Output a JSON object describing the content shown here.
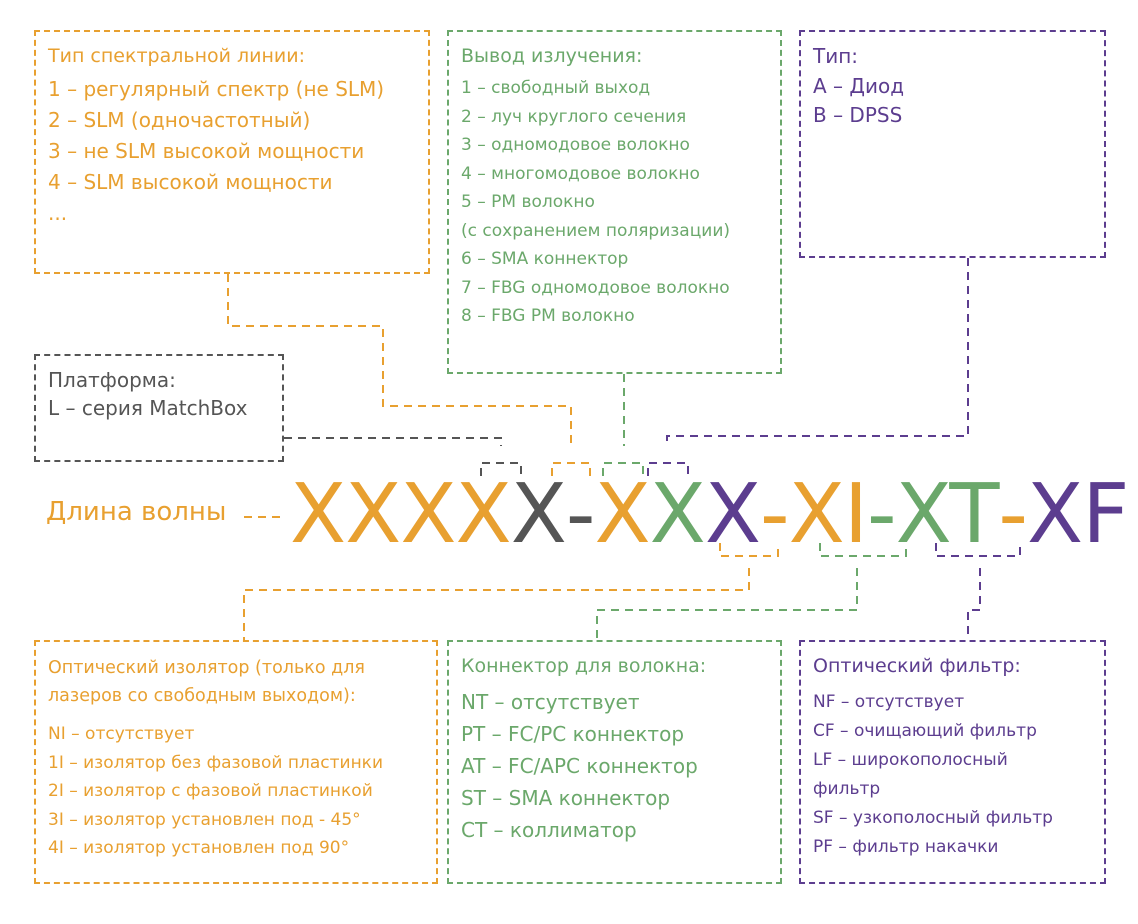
{
  "spectral_line": {
    "title": "Тип спектральной линии:",
    "items": [
      "1 – регулярный спектр (не SLM)",
      "2 – SLM (одночастотный)",
      "3 – не SLM высокой мощности",
      "4 – SLM высокой мощности",
      "..."
    ]
  },
  "output": {
    "title": "Вывод излучения:",
    "items": [
      "1 – свободный выход",
      "2 – луч круглого сечения",
      "3 – одномодовое волокно",
      "4 – многомодовое волокно",
      "5 – PM волокно",
      "(с сохранением поляризации)",
      "6 – SMA коннектор",
      "7 – FBG одномодовое волокно",
      "8 – FBG PM волокно"
    ]
  },
  "type": {
    "title": "Тип:",
    "items": [
      "A – Диод",
      "B – DPSS"
    ]
  },
  "platform": {
    "title": "Платформа:",
    "items": [
      "L – серия MatchBox"
    ]
  },
  "isolator": {
    "title_lines": [
      "Оптический изолятор (только для",
      "лазеров со свободным выходом):"
    ],
    "items": [
      "NI – отсутствует",
      "1I – изолятор без фазовой пластинки",
      "2I – изолятор с фазовой пластинкой",
      "3I – изолятор установлен под - 45°",
      "4I – изолятор установлен под 90°"
    ]
  },
  "connector": {
    "title": "Коннектор для волокна:",
    "items": [
      "NT – отсутствует",
      "PT – FC/PC коннектор",
      "AT – FC/APC коннектор",
      "ST – SMA коннектор",
      "CT – коллиматор"
    ]
  },
  "filter": {
    "title": "Оптический фильтр:",
    "items": [
      "NF – отсутствует",
      "CF – очищающий фильтр",
      "LF – широкополосный",
      "фильтр",
      "SF – узкополосный фильтр",
      "PF – фильтр накачки"
    ]
  },
  "wavelength": {
    "label": "Длина волны",
    "dashes": "---"
  },
  "model_code": {
    "segments": [
      {
        "text": "XXXX",
        "color": "#E8A030"
      },
      {
        "text": "X",
        "color": "#555555"
      },
      {
        "text": "-",
        "color": "#555555"
      },
      {
        "text": "X",
        "color": "#E8A030"
      },
      {
        "text": "X",
        "color": "#6BA86B"
      },
      {
        "text": "X",
        "color": "#5C3D8F"
      },
      {
        "text": "-",
        "color": "#E8A030"
      },
      {
        "text": "XI",
        "color": "#E8A030"
      },
      {
        "text": "-",
        "color": "#6BA86B"
      },
      {
        "text": "XT",
        "color": "#6BA86B"
      },
      {
        "text": "-",
        "color": "#E8A030"
      },
      {
        "text": "XF",
        "color": "#5C3D8F"
      }
    ]
  },
  "colors": {
    "orange": "#E8A030",
    "green": "#6BA86B",
    "purple": "#5C3D8F",
    "gray": "#555555"
  }
}
